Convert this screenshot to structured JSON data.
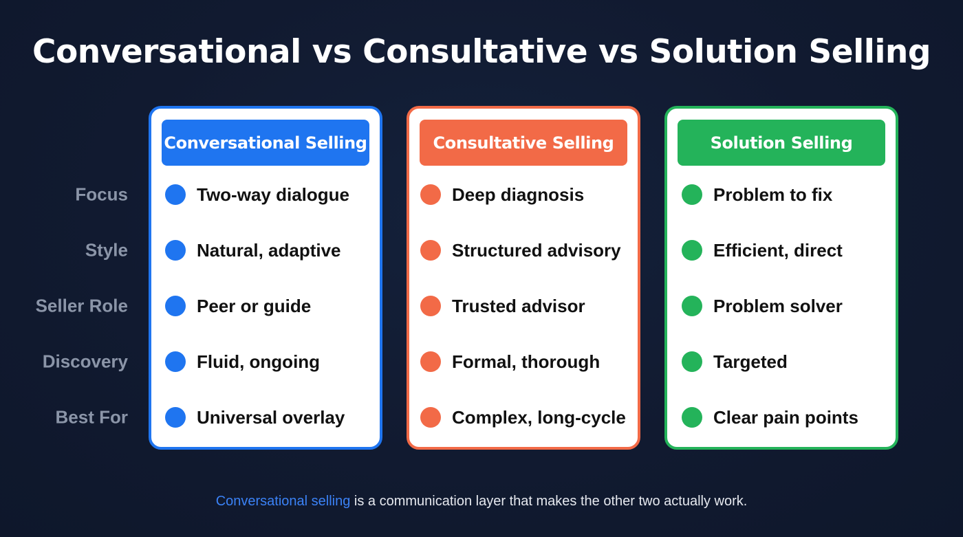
{
  "title": "Conversational vs Consultative vs Solution Selling",
  "row_labels": [
    "Focus",
    "Style",
    "Seller Role",
    "Discovery",
    "Best For"
  ],
  "columns": [
    {
      "name": "Conversational Selling",
      "color": "#1f75f0",
      "items": [
        "Two-way dialogue",
        "Natural, adaptive",
        "Peer or guide",
        "Fluid, ongoing",
        "Universal overlay"
      ]
    },
    {
      "name": "Consultative Selling",
      "color": "#f26a47",
      "items": [
        "Deep diagnosis",
        "Structured advisory",
        "Trusted advisor",
        "Formal, thorough",
        "Complex, long-cycle"
      ]
    },
    {
      "name": "Solution Selling",
      "color": "#24b35a",
      "items": [
        "Problem to fix",
        "Efficient, direct",
        "Problem solver",
        "Targeted",
        "Clear pain points"
      ]
    }
  ],
  "footer": {
    "highlight": "Conversational selling",
    "rest": " is a communication layer that makes the other two actually work."
  },
  "colors": {
    "background": "#111a30",
    "row_label": "#8b95a8",
    "footer_highlight": "#3b82f6"
  }
}
